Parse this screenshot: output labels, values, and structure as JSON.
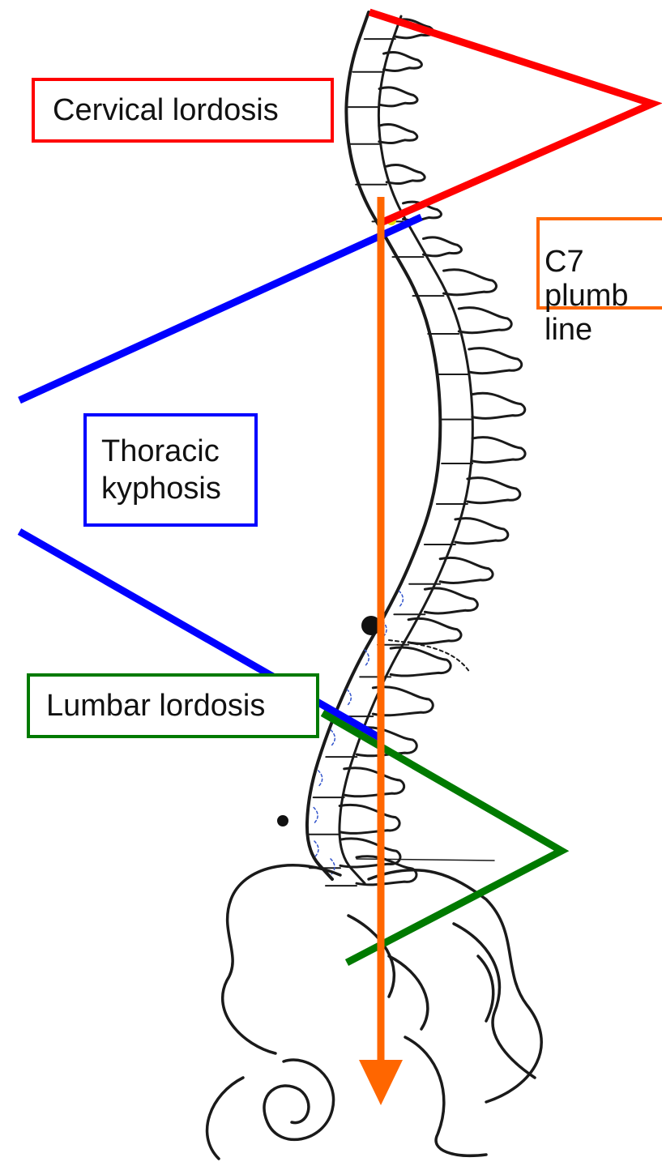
{
  "labels": {
    "cervical": "Cervical lordosis",
    "c7": [
      "C7",
      "plumb",
      "line"
    ],
    "thoracic": [
      "Thoracic",
      "kyphosis"
    ],
    "lumbar": "Lumbar lordosis"
  },
  "colors": {
    "cervical": "#ff0000",
    "c7": "#ff6600",
    "thoracic": "#0000ff",
    "lumbar": "#007a00",
    "spine_ink": "#1a1a1a",
    "disc_ink": "#3355cc"
  },
  "icons": [
    "spine-illustration",
    "pelvis-illustration",
    "plumb-arrow-icon"
  ]
}
